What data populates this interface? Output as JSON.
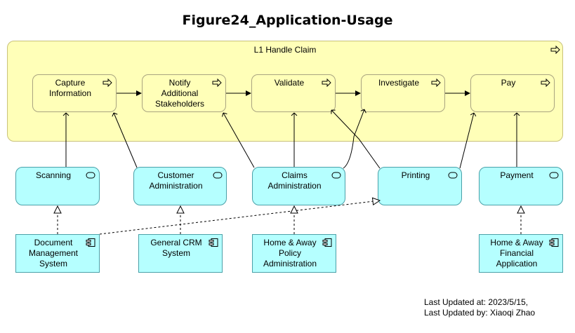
{
  "title": "Figure24_Application-Usage",
  "group": {
    "label": "L1 Handle Claim"
  },
  "processes": [
    {
      "id": "capture",
      "label": "Capture\nInformation"
    },
    {
      "id": "notify",
      "label": "Notify\nAdditional\nStakeholders"
    },
    {
      "id": "validate",
      "label": "Validate"
    },
    {
      "id": "investigate",
      "label": "Investigate"
    },
    {
      "id": "pay",
      "label": "Pay"
    }
  ],
  "services": [
    {
      "id": "scanning",
      "label": "Scanning"
    },
    {
      "id": "customer-admin",
      "label": "Customer\nAdministration"
    },
    {
      "id": "claims-admin",
      "label": "Claims\nAdministration"
    },
    {
      "id": "printing",
      "label": "Printing"
    },
    {
      "id": "payment",
      "label": "Payment"
    }
  ],
  "components": [
    {
      "id": "dms",
      "label": "Document\nManagement\nSystem"
    },
    {
      "id": "crm",
      "label": "General CRM\nSystem"
    },
    {
      "id": "policy-admin",
      "label": "Home & Away\nPolicy\nAdministration"
    },
    {
      "id": "financial-app",
      "label": "Home & Away\nFinancial\nApplication"
    }
  ],
  "footer": {
    "updated_at": "Last Updated at: 2023/5/15,",
    "updated_by": "Last Updated by: Xiaoqi Zhao"
  },
  "icons": {
    "process": "process-arrow-icon",
    "service": "service-pill-icon",
    "component": "application-component-icon"
  },
  "colors": {
    "business_layer": "#ffffb8",
    "application_layer": "#b5ffff"
  }
}
